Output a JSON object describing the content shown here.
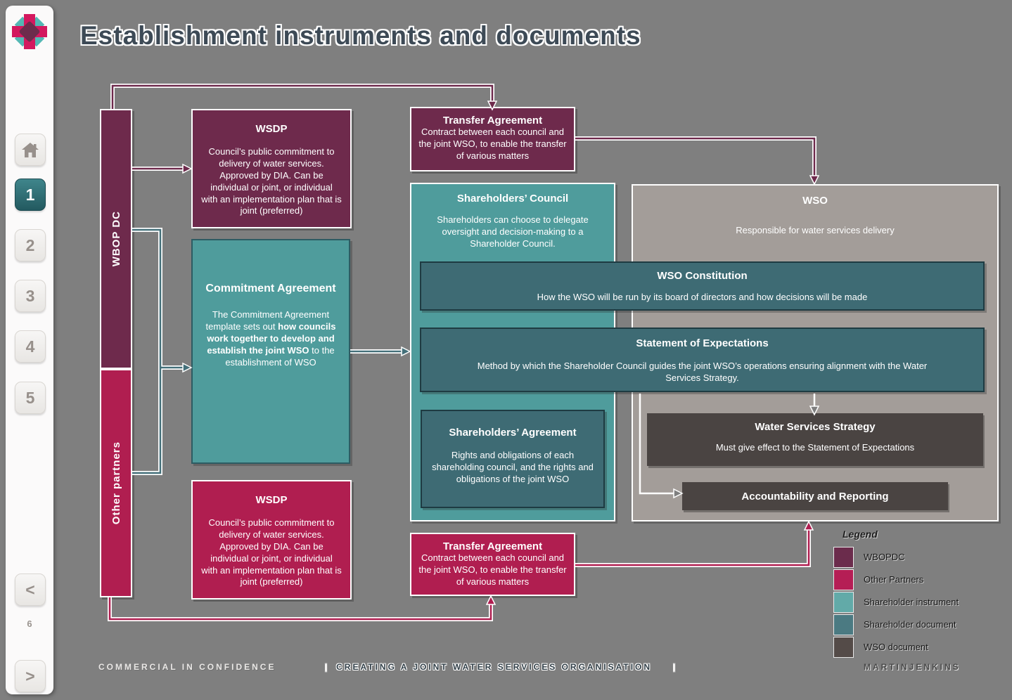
{
  "title": "Establishment instruments and documents",
  "colors": {
    "background": "#7f7f7f",
    "wbopdc": "#6b2c4c",
    "other_partners": "#b51e55",
    "shareholder_instrument": "#62aaa8",
    "shareholder_document": "#4b7a82",
    "wso_document": "#544b48",
    "wso_container": "#a39d99",
    "active_page_teal": "#2e6e73",
    "logo_pink": "#d3195f",
    "logo_teal": "#53b8b4"
  },
  "sidebar": {
    "pages": [
      "1",
      "2",
      "3",
      "4",
      "5"
    ],
    "active_page": "1",
    "prev_label": "<",
    "next_label": ">",
    "counter": "6"
  },
  "bars": {
    "wbopdc": "WBOP DC",
    "other_partners": "Other partners"
  },
  "boxes": {
    "wsdp_top": {
      "title": "WSDP",
      "body": "Council’s public commitment to delivery of water services. Approved by DIA. Can be individual or joint, or individual with an implementation plan that is joint (preferred)"
    },
    "commitment": {
      "title": "Commitment Agreement",
      "body_pre": "The Commitment Agreement template sets out ",
      "body_bold": "how councils work together to develop and establish the joint WSO",
      "body_post": " to the establishment of WSO"
    },
    "transfer_top": {
      "title": "Transfer Agreement",
      "body": "Contract between each council and the joint WSO, to enable the transfer of various matters"
    },
    "shareholders_council": {
      "title": "Shareholders’ Council",
      "body": "Shareholders can choose to delegate oversight and decision-making to a Shareholder Council."
    },
    "wso": {
      "title": "WSO",
      "body": "Responsible for water services delivery"
    },
    "wso_constitution": {
      "title": "WSO Constitution",
      "body": "How the WSO will be run by its board of directors and how decisions will be made"
    },
    "statement_expectations": {
      "title": "Statement of Expectations",
      "body": "Method by which the Shareholder Council guides the joint WSO’s operations ensuring alignment with the Water Services Strategy."
    },
    "shareholders_agreement": {
      "title": "Shareholders’ Agreement",
      "body": "Rights and obligations of each shareholding council, and the rights and obligations of the joint WSO"
    },
    "water_services_strategy": {
      "title": "Water Services Strategy",
      "body": "Must give effect to the Statement of Expectations"
    },
    "accountability": {
      "title": "Accountability and Reporting"
    },
    "wsdp_bottom": {
      "title": "WSDP",
      "body": "Council’s public commitment to delivery of water services. Approved by DIA. Can be individual or joint, or individual with an implementation plan that is joint (preferred)"
    },
    "transfer_bottom": {
      "title": "Transfer Agreement",
      "body": "Contract between each council and the joint WSO, to enable the transfer of various matters"
    }
  },
  "legend": {
    "title": "Legend",
    "items": [
      {
        "label": "WBOPDC",
        "color": "#6b2c4c"
      },
      {
        "label": "Other Partners",
        "color": "#b51e55"
      },
      {
        "label": "Shareholder instrument",
        "color": "#62aaa8"
      },
      {
        "label": "Shareholder document",
        "color": "#4b7a82"
      },
      {
        "label": "WSO document",
        "color": "#544b48"
      }
    ]
  },
  "footer": {
    "left": "COMMERCIAL IN CONFIDENCE",
    "separator": "|",
    "center": "CREATING A JOINT WATER SERVICES ORGANISATION",
    "right": "MARTINJENKINS"
  }
}
